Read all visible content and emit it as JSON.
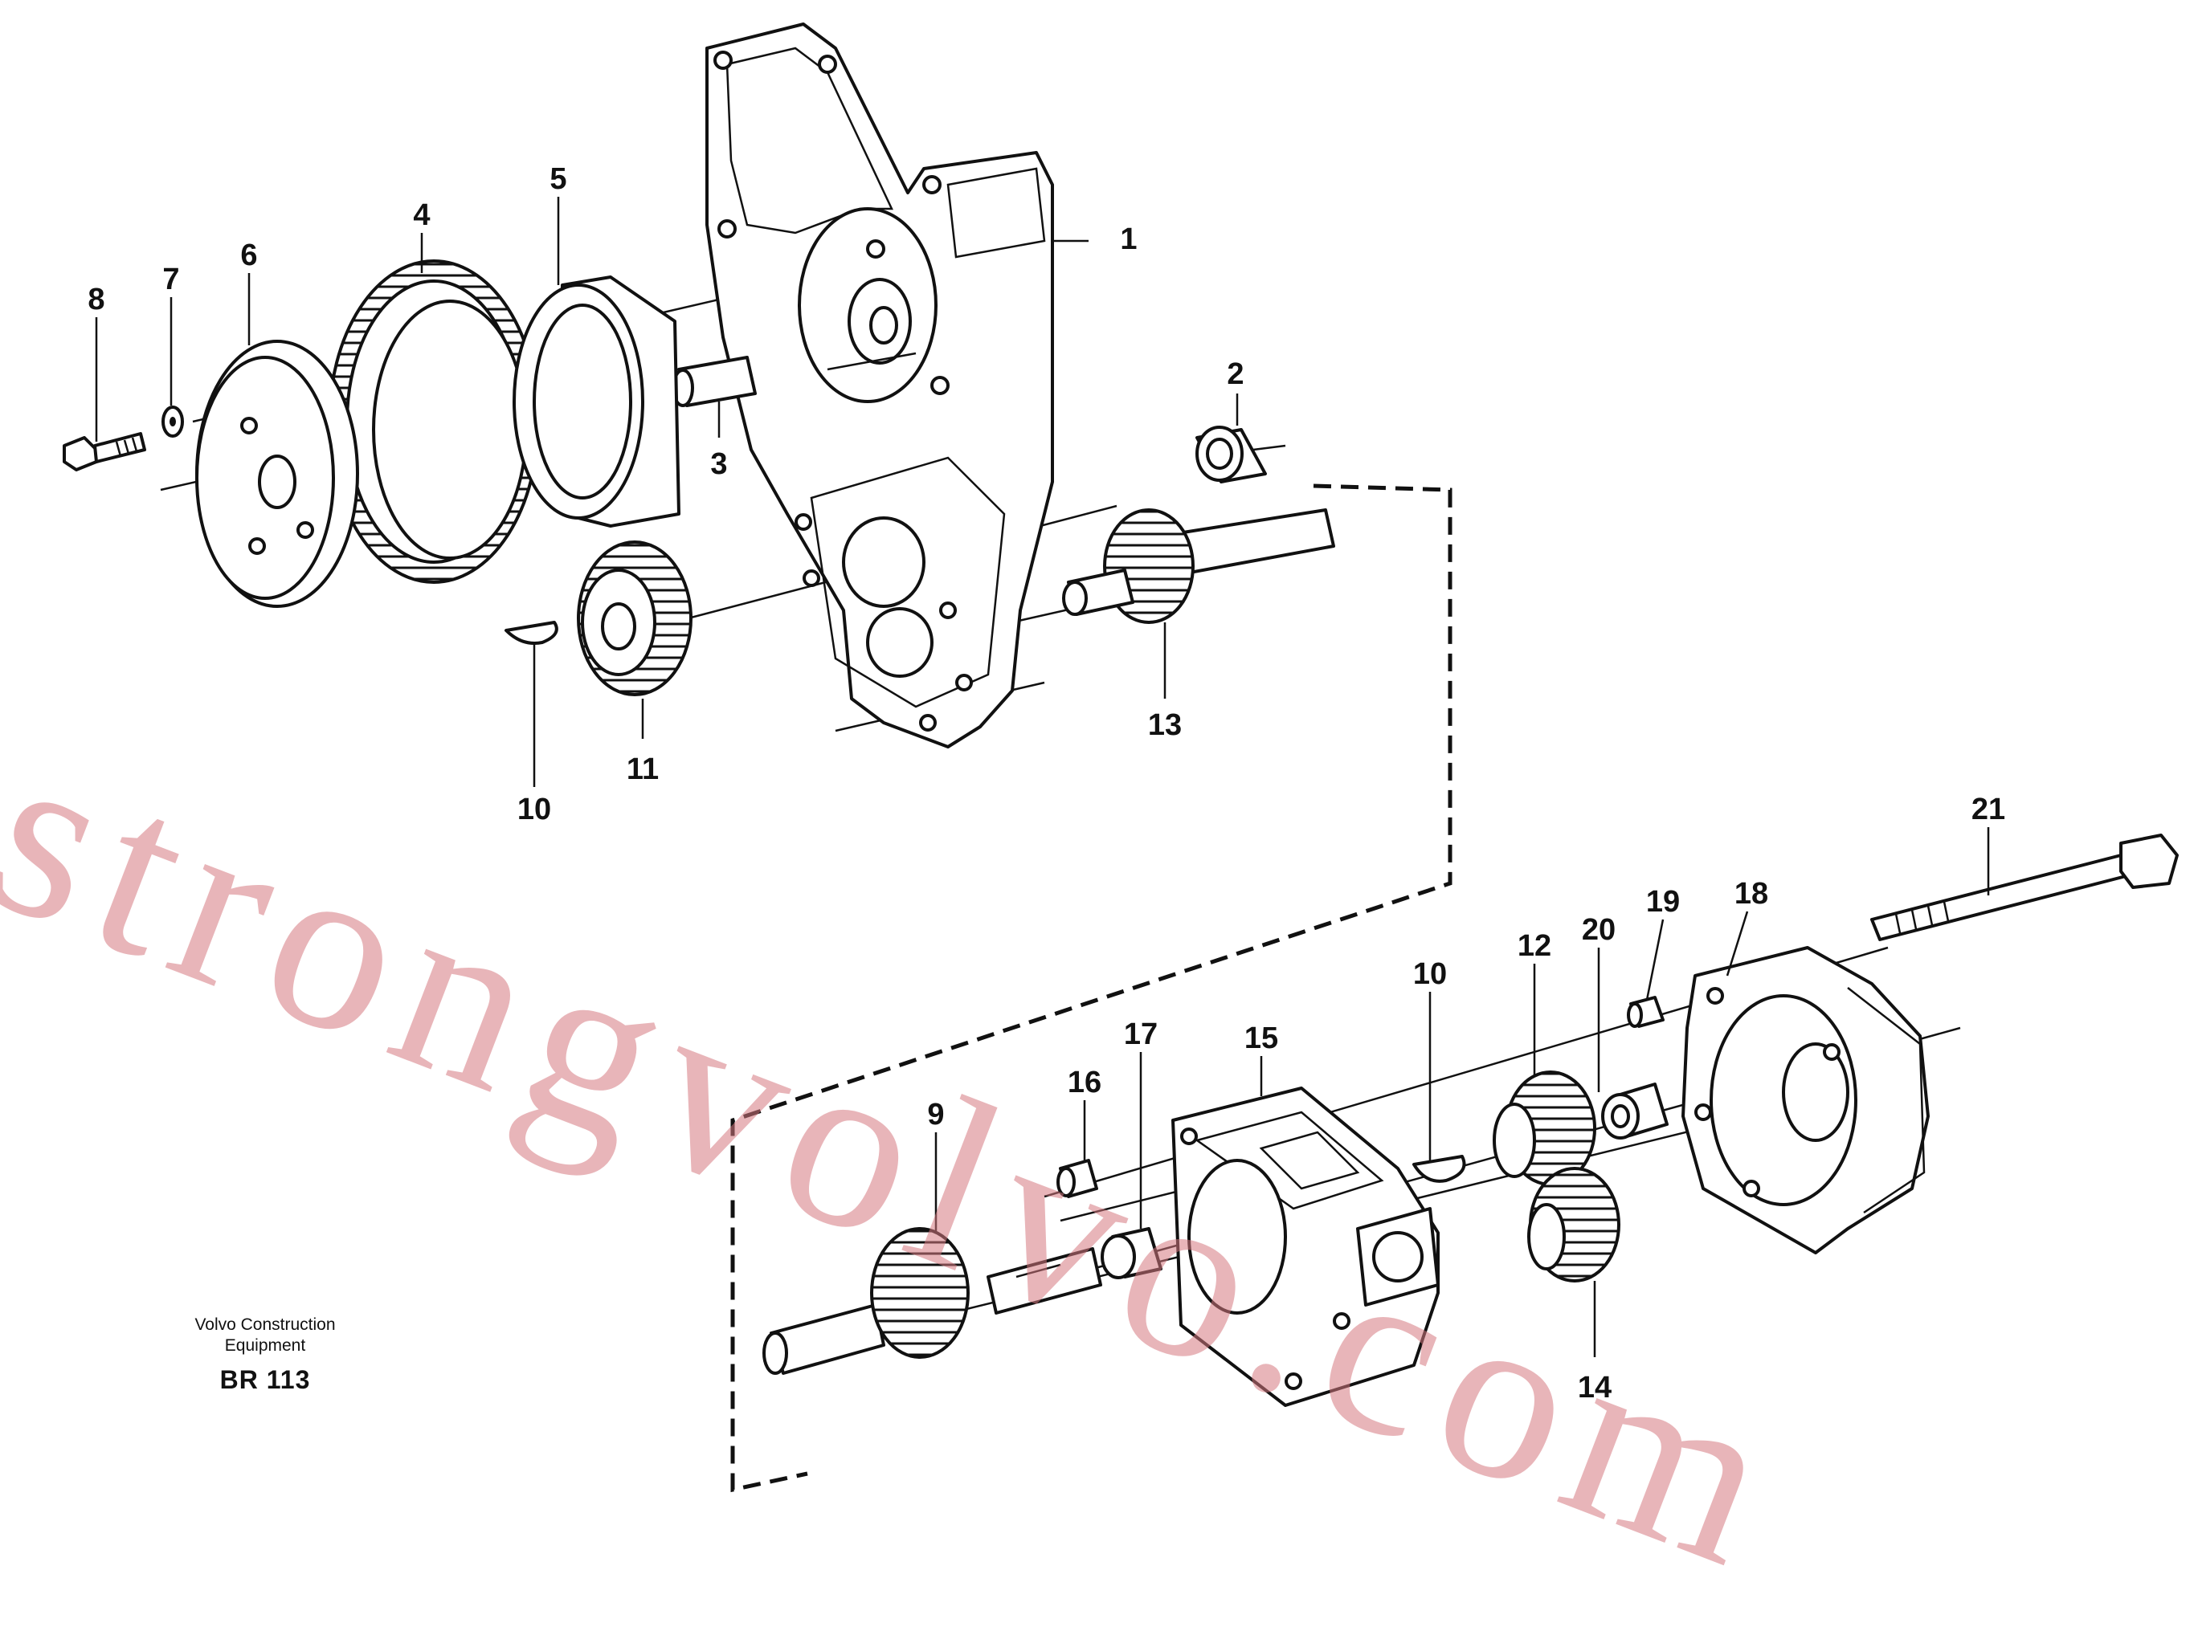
{
  "callouts": [
    {
      "id": "1",
      "label": "1"
    },
    {
      "id": "2",
      "label": "2"
    },
    {
      "id": "3",
      "label": "3"
    },
    {
      "id": "4",
      "label": "4"
    },
    {
      "id": "5",
      "label": "5"
    },
    {
      "id": "6",
      "label": "6"
    },
    {
      "id": "7",
      "label": "7"
    },
    {
      "id": "8",
      "label": "8"
    },
    {
      "id": "9",
      "label": "9"
    },
    {
      "id": "10a",
      "label": "10"
    },
    {
      "id": "10b",
      "label": "10"
    },
    {
      "id": "11",
      "label": "11"
    },
    {
      "id": "12",
      "label": "12"
    },
    {
      "id": "13",
      "label": "13"
    },
    {
      "id": "14",
      "label": "14"
    },
    {
      "id": "15",
      "label": "15"
    },
    {
      "id": "16",
      "label": "16"
    },
    {
      "id": "17",
      "label": "17"
    },
    {
      "id": "18",
      "label": "18"
    },
    {
      "id": "19",
      "label": "19"
    },
    {
      "id": "20",
      "label": "20"
    },
    {
      "id": "21",
      "label": "21"
    }
  ],
  "caption": {
    "line1": "Volvo Construction",
    "line2": "Equipment",
    "code": "BR 113"
  },
  "watermark": "strongvolvo.com"
}
